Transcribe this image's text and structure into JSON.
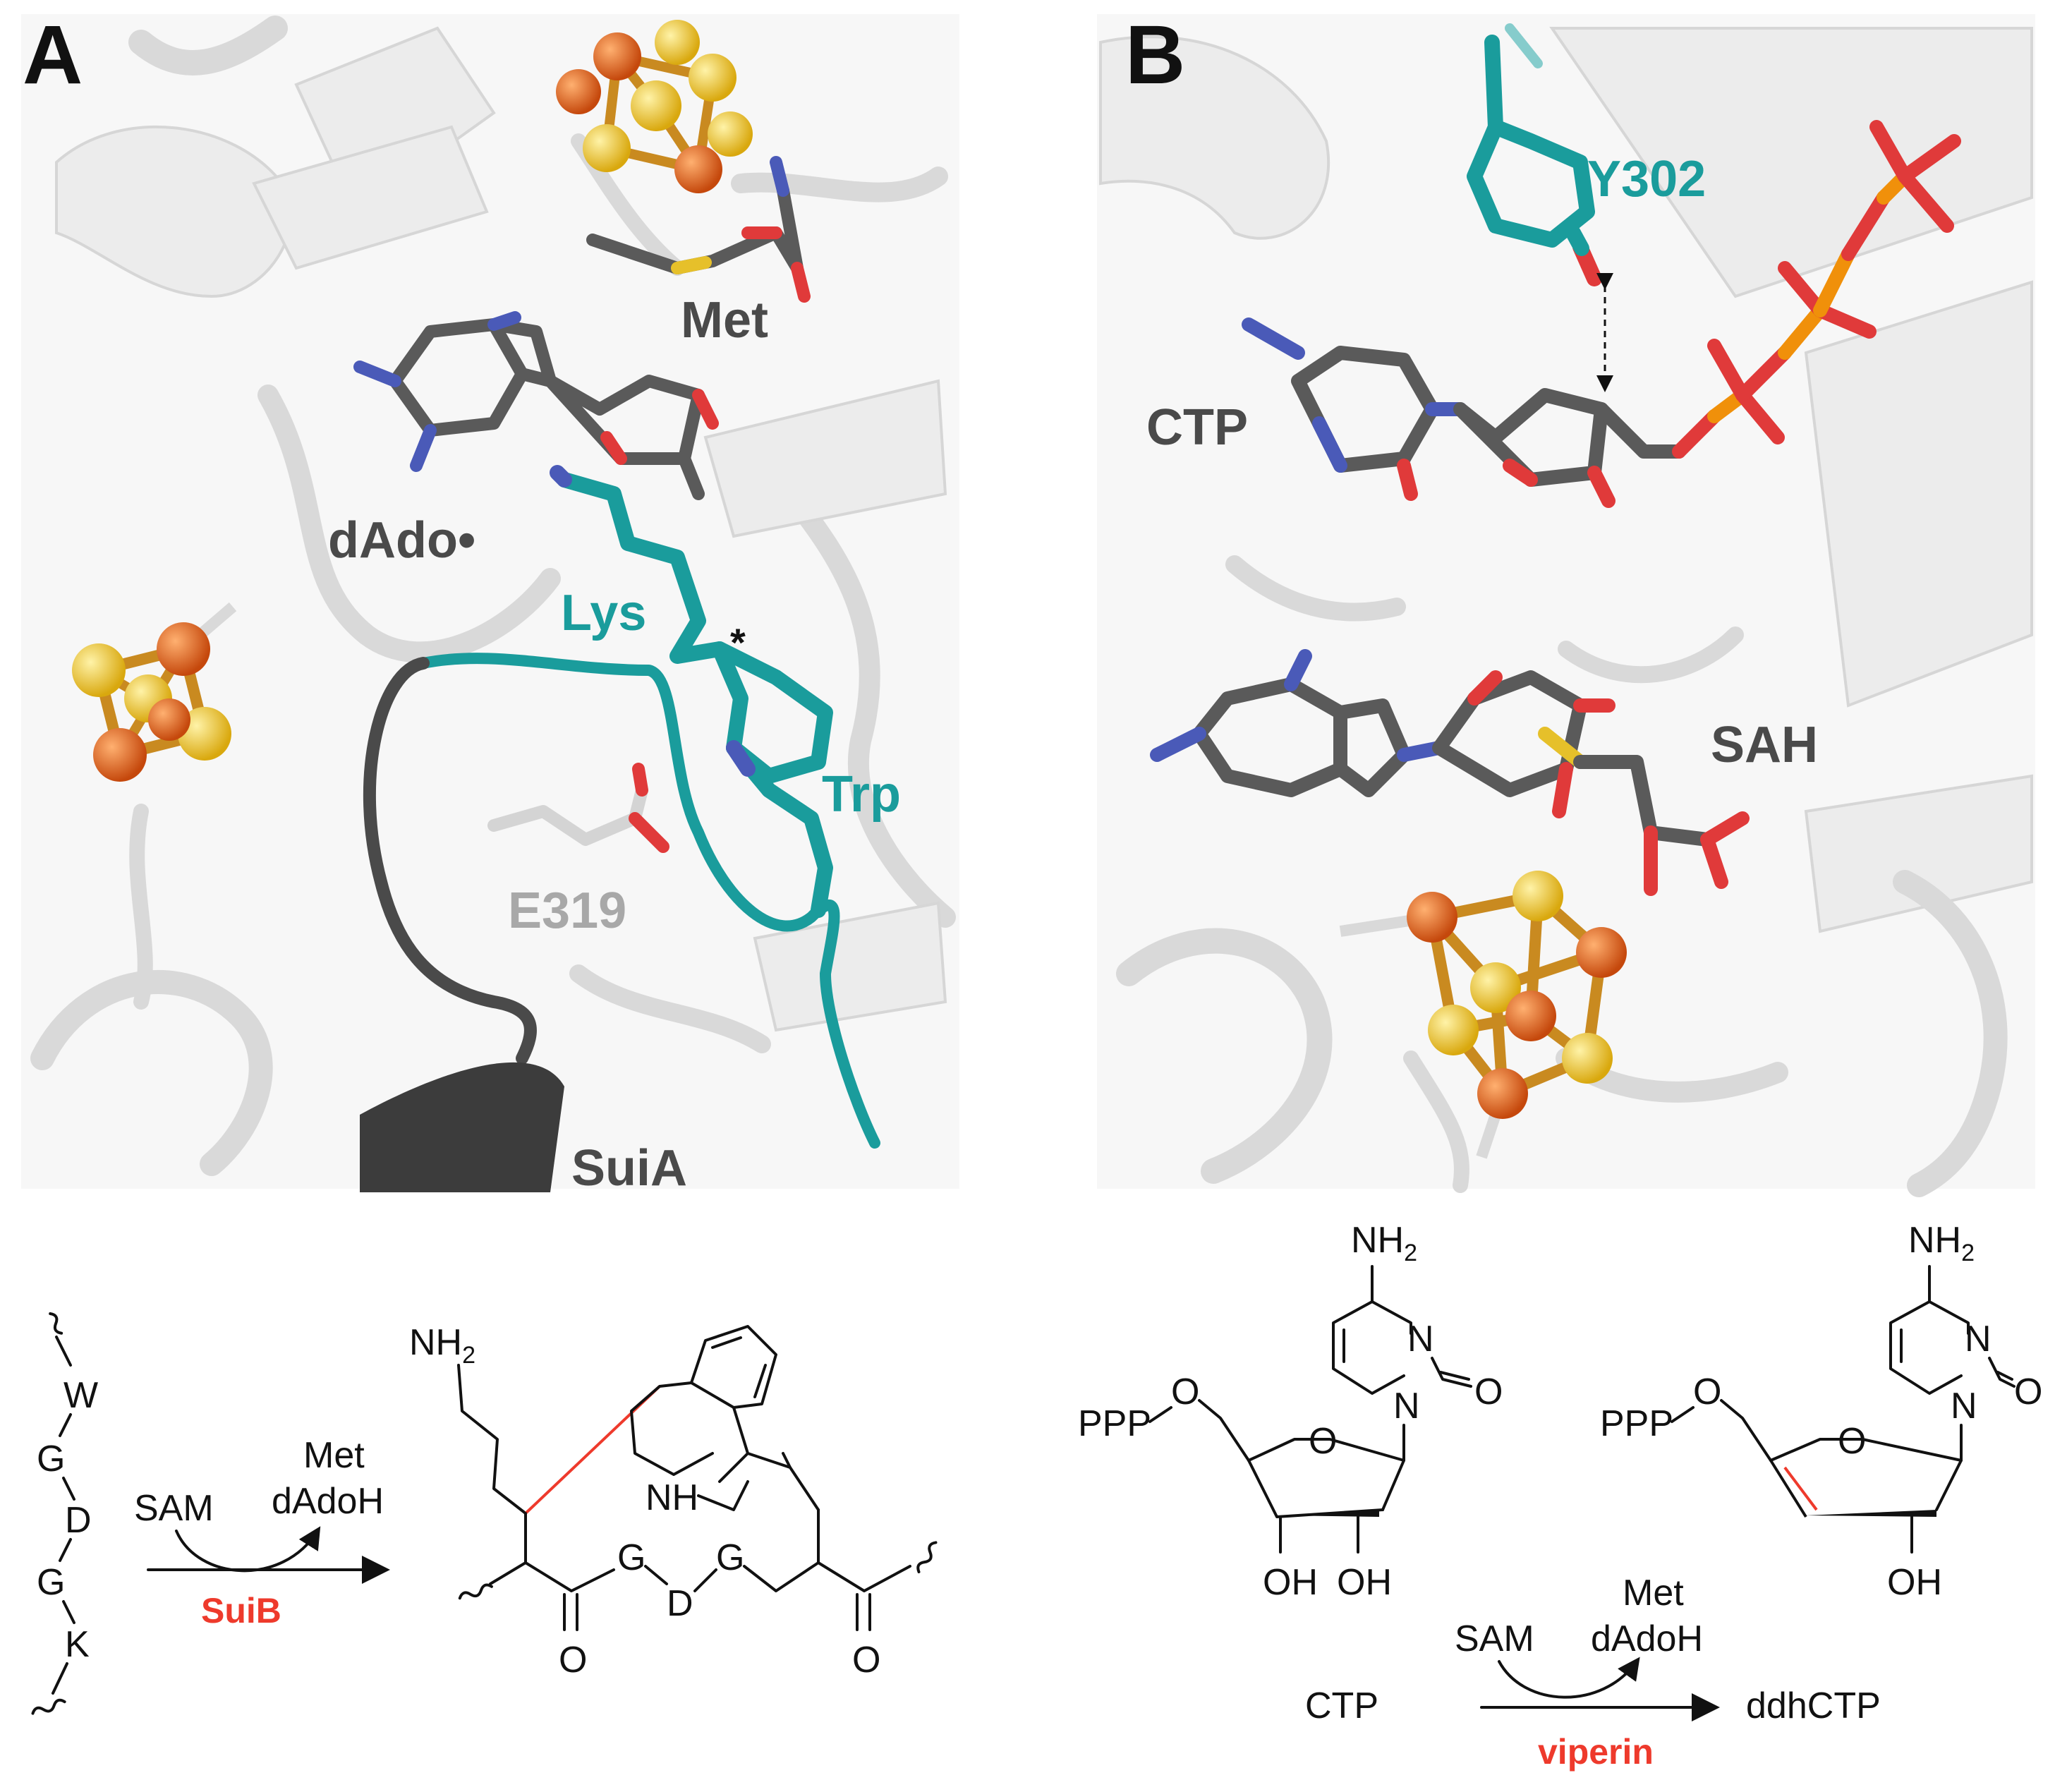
{
  "panels": {
    "A": {
      "letter": "A",
      "labels": {
        "met": "Met",
        "dado": "dAdo•",
        "lys": "Lys",
        "star": "*",
        "trp": "Trp",
        "e319": "E319",
        "suia": "SuiA"
      },
      "scheme": {
        "sequence": [
          "W",
          "G",
          "D",
          "G",
          "K"
        ],
        "reagent": "SAM",
        "products": [
          "Met",
          "dAdoH"
        ],
        "enzyme": "SuiB",
        "nh2": "NH",
        "nh2_sub": "2",
        "nh": "NH",
        "g1": "G",
        "d": "D",
        "g2": "G",
        "o1": "O",
        "o2": "O"
      }
    },
    "B": {
      "letter": "B",
      "labels": {
        "y302": "Y302",
        "ctp": "CTP",
        "sah": "SAH"
      },
      "scheme": {
        "nh2_left": "NH",
        "nh2_left_sub": "2",
        "nh2_right": "NH",
        "nh2_right_sub": "2",
        "n_left": "N",
        "n1_left": "N",
        "o_left": "O",
        "n_right": "N",
        "n1_right": "N",
        "o_right": "O",
        "ppp_left": "PPP",
        "ppp_right": "PPP",
        "o5_left": "O",
        "o5_right": "O",
        "ring_o_left": "O",
        "ring_o_right": "O",
        "oh1_left": "OH",
        "oh2_left": "OH",
        "oh_right": "OH",
        "reagent": "SAM",
        "products": [
          "Met",
          "dAdoH"
        ],
        "substrate_name": "CTP",
        "product_name": "ddhCTP",
        "enzyme": "viperin"
      }
    }
  },
  "colors": {
    "carbon": "#5a5a5a",
    "teal": "#1a9c9c",
    "nitrogen": "#4a5ab8",
    "oxygen": "#e03a3a",
    "sulfur": "#e6c02a",
    "iron": "#e06a1e",
    "phosphorus": "#f0900a",
    "enzyme_red": "#ee3a2c",
    "dark_loop": "#4a4a4a",
    "label_gray": "#4a4a4a",
    "label_light": "#a8a8a8"
  },
  "icons": {
    "reaction_arrow": "arrow-right-icon",
    "curved_arrow": "curved-arrow-icon",
    "wavy_bond": "wavy-bond-icon"
  }
}
